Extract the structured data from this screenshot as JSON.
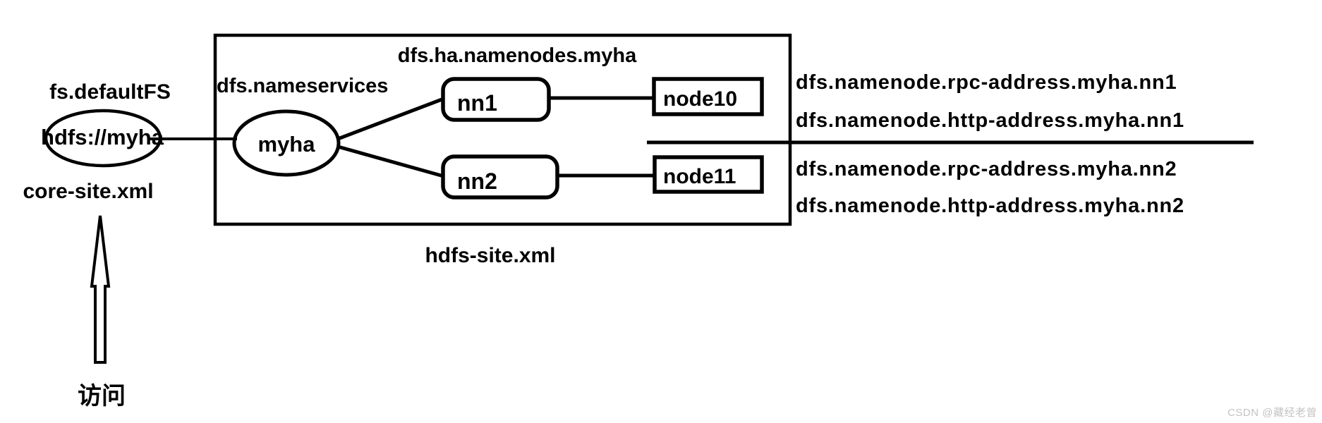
{
  "diagram": {
    "left": {
      "property": "fs.defaultFS",
      "uri": "hdfs://myha",
      "file": "core-site.xml",
      "access_label": "访问"
    },
    "cluster_box": {
      "title": "dfs.ha.namenodes.myha",
      "nameservices_property": "dfs.nameservices",
      "nameservice": "myha",
      "namenodes": [
        {
          "id": "nn1",
          "host": "node10"
        },
        {
          "id": "nn2",
          "host": "node11"
        }
      ],
      "file": "hdfs-site.xml"
    },
    "right_properties": {
      "nn1": [
        "dfs.namenode.rpc-address.myha.nn1",
        "dfs.namenode.http-address.myha.nn1"
      ],
      "nn2": [
        "dfs.namenode.rpc-address.myha.nn2",
        "dfs.namenode.http-address.myha.nn2"
      ]
    },
    "watermark": "CSDN @藏经老曾",
    "colors": {
      "ink": "#000000",
      "background": "#ffffff",
      "watermark": "#c3c3c3"
    }
  }
}
